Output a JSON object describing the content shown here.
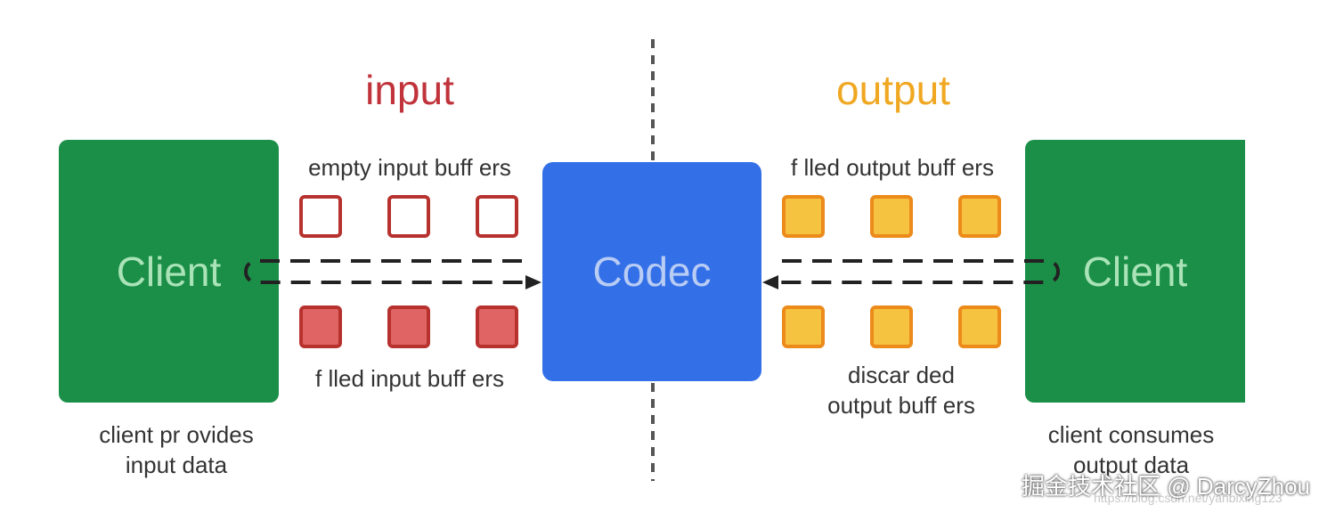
{
  "titles": {
    "input": "input",
    "output": "output"
  },
  "boxes": {
    "left_client": "Client",
    "codec": "Codec",
    "right_client": "Client"
  },
  "labels": {
    "empty_input": "empty input buff  ers",
    "filled_input": "f lled input buff  ers",
    "filled_output": "f lled output buff  ers",
    "discarded_line1": "discar  ded",
    "discarded_line2": "output buff  ers",
    "client_provides_line1": "client pr  ovides",
    "client_provides_line2": "input data",
    "client_consumes_line1": "client consumes",
    "client_consumes_line2": "output data"
  },
  "watermark": "掘金技术社区 @ DarcyZhou",
  "url": "https://blog.csdn.net/yanbixing123",
  "colors": {
    "input_red": "#c0333b",
    "output_orange": "#f0a822",
    "client_green": "#1b8f48",
    "codec_blue": "#3370e8"
  }
}
